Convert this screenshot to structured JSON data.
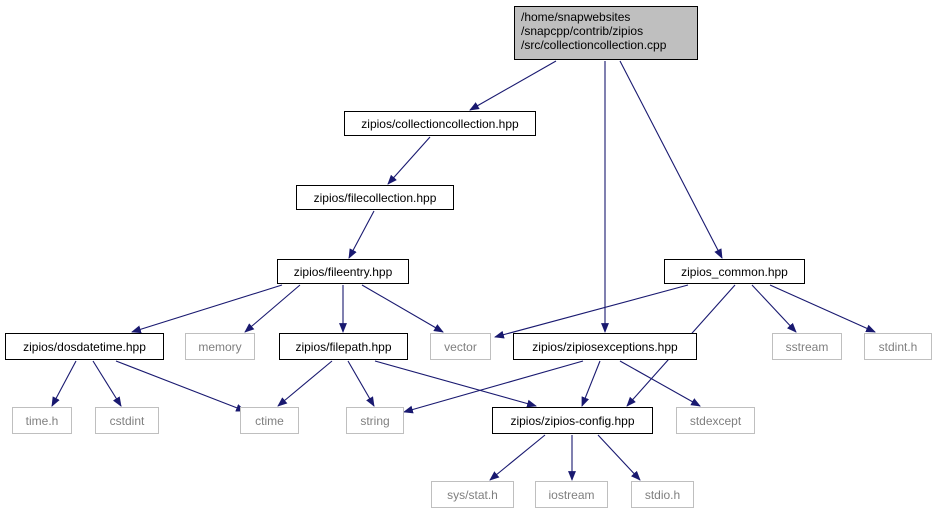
{
  "colors": {
    "edge": "#191970",
    "root_fill": "#bfbfbf",
    "system_border": "#bfbfbf",
    "system_text": "#7f7f7f"
  },
  "nodes": {
    "root": "/home/snapwebsites\n/snapcpp/contrib/zipios\n/src/collectioncollection.cpp",
    "collectioncollection": "zipios/collectioncollection.hpp",
    "filecollection": "zipios/filecollection.hpp",
    "fileentry": "zipios/fileentry.hpp",
    "zipios_common": "zipios_common.hpp",
    "dosdatetime": "zipios/dosdatetime.hpp",
    "memory": "memory",
    "filepath": "zipios/filepath.hpp",
    "vector": "vector",
    "zipiosexceptions": "zipios/zipiosexceptions.hpp",
    "sstream": "sstream",
    "stdint": "stdint.h",
    "time": "time.h",
    "cstdint": "cstdint",
    "ctime": "ctime",
    "string": "string",
    "zipios_config": "zipios/zipios-config.hpp",
    "stdexcept": "stdexcept",
    "sys_stat": "sys/stat.h",
    "iostream": "iostream",
    "stdio": "stdio.h"
  }
}
